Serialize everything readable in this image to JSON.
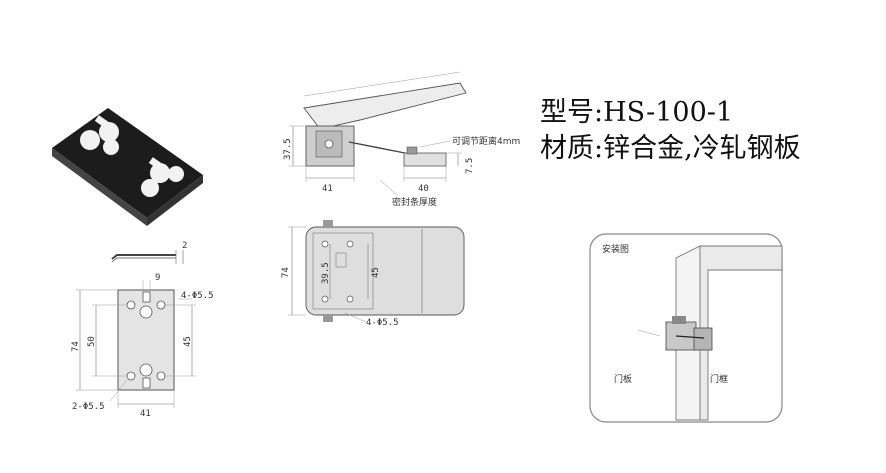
{
  "specs": {
    "model": "型号:HS-100-1",
    "material": "材质:锌合金,冷轧钢板"
  },
  "side_view": {
    "dim_height": "37.5",
    "dim_left_width": "41",
    "dim_right_width": "40",
    "dim_right_height": "7.5",
    "adjust_note": "可调节距离4mm",
    "seal_note": "密封条厚度"
  },
  "thickness_view": {
    "dim": "2"
  },
  "front_view": {
    "dim_slot": "9",
    "dim_holes_top": "4-Φ5.5",
    "dim_height": "74",
    "dim_inner": "50",
    "dim_right": "45",
    "dim_holes_bottom": "2-Φ5.5",
    "dim_width": "41"
  },
  "top_view": {
    "dim_height": "74",
    "dim_inner": "39.5",
    "dim_right": "45",
    "dim_holes": "4-Φ5.5"
  },
  "install": {
    "title": "安装图",
    "door_panel": "门板",
    "door_frame": "门框"
  },
  "colors": {
    "line": "#555555",
    "metal": "#c8c8c8",
    "dark": "#2a2a2a"
  }
}
